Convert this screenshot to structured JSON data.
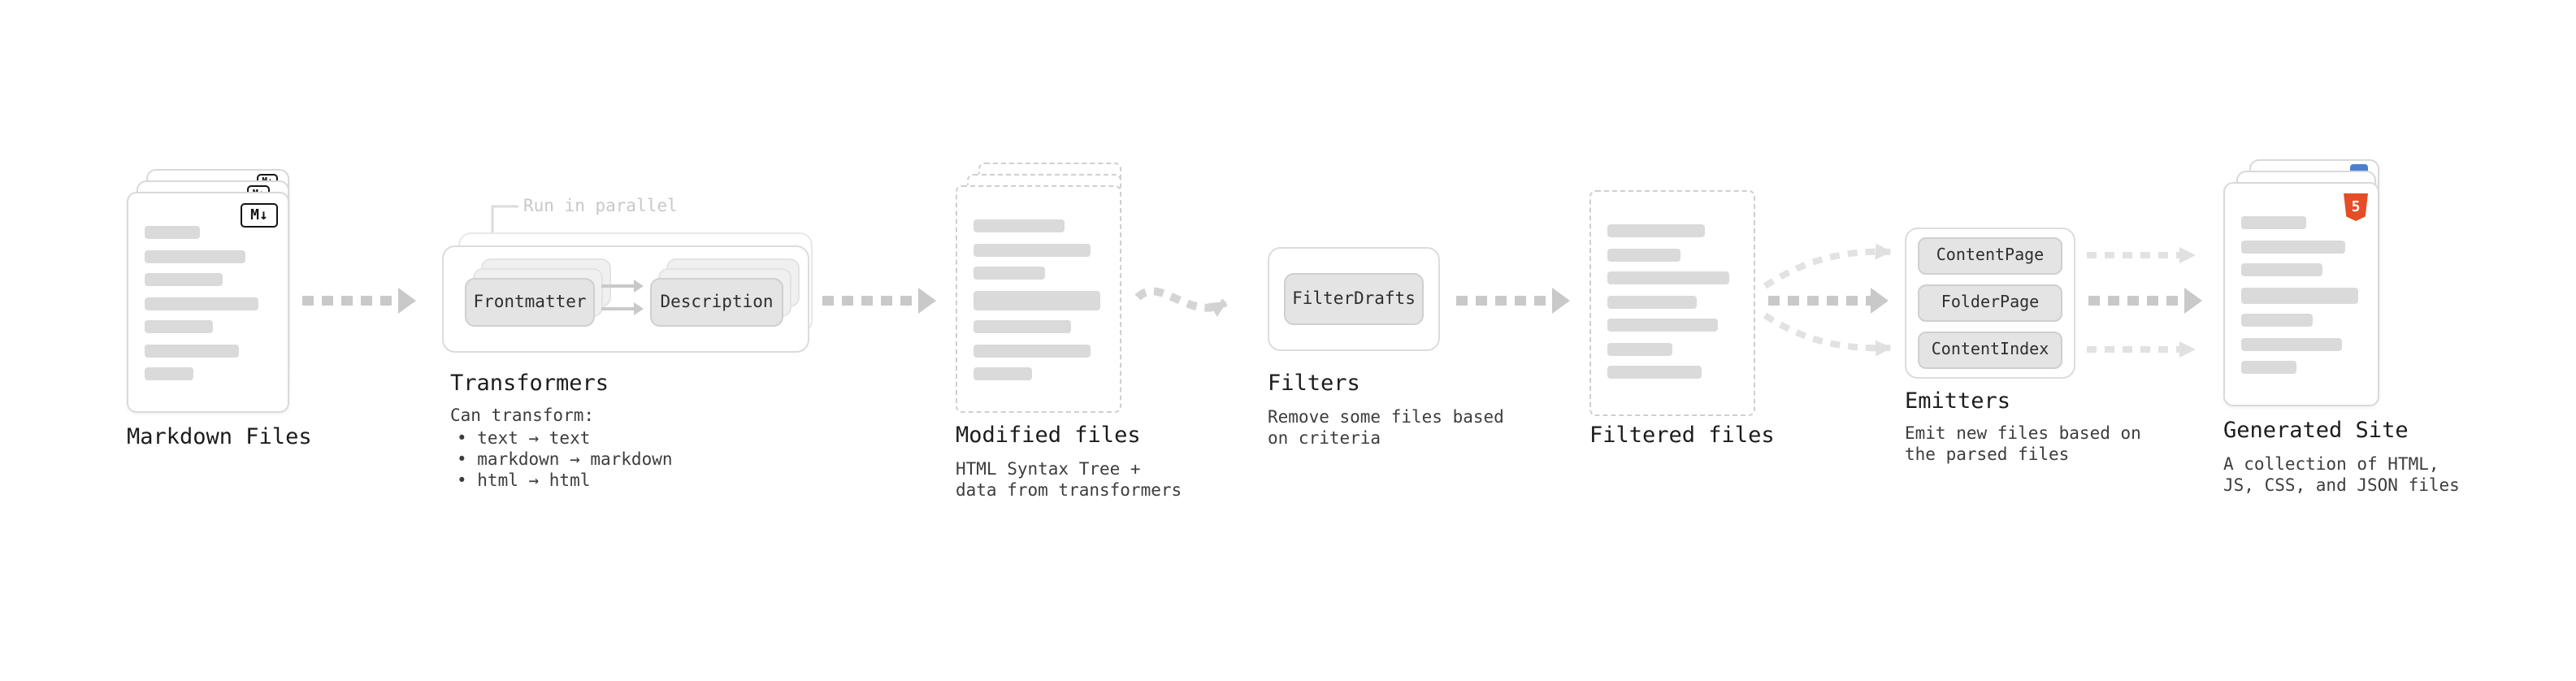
{
  "colors": {
    "arrow": "#c9c9c9",
    "arrow_light": "#e0e0e0",
    "card_border": "#d9d9d9",
    "placeholder_bar": "#dadada",
    "button_bg": "#e4e4e4",
    "markdown_badge": "#141414",
    "html5_orange": "#e44d26",
    "json_badge_blue": "#4a7fd4"
  },
  "markdown_files": {
    "label": "Markdown Files",
    "badge": "M↓"
  },
  "transformers": {
    "label": "Transformers",
    "annotation": "Run in parallel",
    "button_frontmatter": "Frontmatter",
    "button_description": "Description",
    "desc_title": "Can transform:",
    "bullets": [
      "• text → text",
      "• markdown → markdown",
      "• html → html"
    ]
  },
  "modified_files": {
    "label": "Modified files",
    "desc": [
      "HTML Syntax Tree +",
      "data from transformers"
    ]
  },
  "filters": {
    "label": "Filters",
    "button_filterdrafts": "FilterDrafts",
    "desc": [
      "Remove some files based",
      "on criteria"
    ]
  },
  "filtered_files": {
    "label": "Filtered files"
  },
  "emitters": {
    "label": "Emitters",
    "buttons": [
      "ContentPage",
      "FolderPage",
      "ContentIndex"
    ],
    "desc": [
      "Emit new files based on",
      "the parsed files"
    ]
  },
  "generated_site": {
    "label": "Generated Site",
    "html5_badge": "5",
    "desc": [
      "A collection of HTML,",
      "JS, CSS, and JSON files"
    ]
  }
}
